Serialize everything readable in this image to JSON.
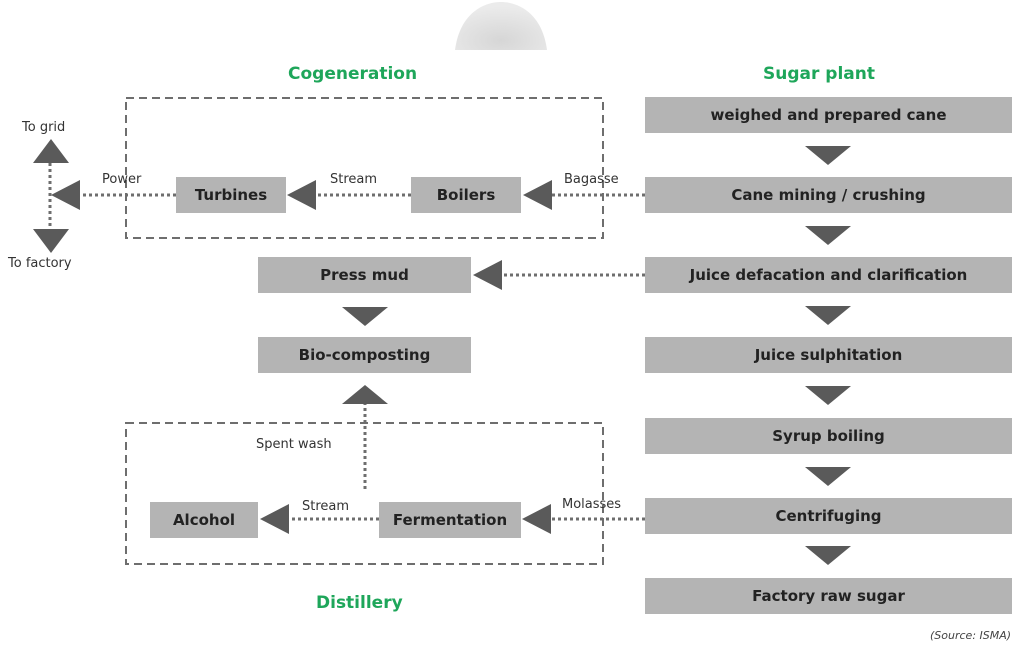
{
  "headings": {
    "cogeneration": "Cogeneration",
    "sugar_plant": "Sugar plant",
    "distillery": "Distillery"
  },
  "sugar_plant_steps": [
    "weighed and prepared cane",
    "Cane mining / crushing",
    "Juice defacation and clarification",
    "Juice sulphitation",
    "Syrup boiling",
    "Centrifuging",
    "Factory raw sugar"
  ],
  "cogeneration": {
    "boilers": "Boilers",
    "turbines": "Turbines",
    "bagasse_label": "Bagasse",
    "stream_label": "Stream",
    "power_label": "Power",
    "to_grid": "To grid",
    "to_factory": "To factory"
  },
  "press_mud": "Press mud",
  "bio_composting": "Bio-composting",
  "distillery": {
    "fermentation": "Fermentation",
    "alcohol": "Alcohol",
    "molasses_label": "Molasses",
    "stream_label": "Stream",
    "spent_wash_label": "Spent wash"
  },
  "source": "(Source: ISMA)",
  "colors": {
    "heading_green": "#1ea65a",
    "box_gray": "#b4b4b4",
    "arrow_gray": "#5a5a5a",
    "dotted_line": "#6e6e6e",
    "dashed_border": "#6e6e6e"
  }
}
